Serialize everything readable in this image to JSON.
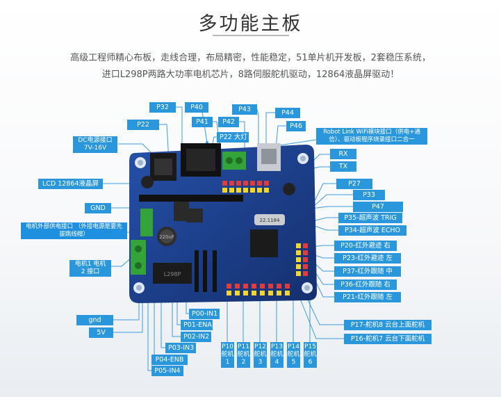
{
  "title": "多功能主板",
  "description": [
    "高级工程师精心布板，走线合理，布局精密，性能稳定，51单片机开发板，2套稳压系统，",
    "进口L298P两路大功率电机芯片，8路伺服舵机驱动，12864液晶屏驱动！"
  ],
  "labels": {
    "p32": "P32",
    "p40": "P40",
    "p43": "P43",
    "p44": "P44",
    "p22": "P22",
    "p41": "P41",
    "p42": "P42",
    "p46": "P46",
    "p22_light": "P22 大灯",
    "dc_input": "DC电源接口 7V-16V",
    "wifi": "Robot Link WiFi模块接口（供电+通信）、驱动板程序烧录接口二合一",
    "rx": "RX",
    "tx": "TX",
    "lcd": "LCD 12864液晶屏",
    "p27": "P27",
    "p33": "P33",
    "p47": "P47",
    "gnd": "GND",
    "ext_power": "电机外部供电接口 （外接电源是要先拔跳线帽）",
    "p35": "P35-超声波 TRIG",
    "p34": "P34-超声波 ECHO",
    "p20": "P20-红外避迹 右",
    "motor": "电机1 电机2 接口",
    "p23": "P23-红外避迹 左",
    "p37": "P37-红外跟随 中",
    "p36": "P36-红外跟随 右",
    "p21": "P21-红外跟随 左",
    "gnd2": "gnd",
    "v5": "5V",
    "p00": "P00-IN1",
    "p01": "P01-ENA",
    "p02": "P02-IN2",
    "p03": "P03-IN3",
    "p04": "P04-ENB",
    "p05": "P05-IN4",
    "p17": "P17-舵机8 云台上面舵机",
    "p16": "P16-舵机7 云台下面舵机"
  },
  "servos": [
    {
      "pin": "P10",
      "name": "舵机",
      "num": "1"
    },
    {
      "pin": "P11",
      "name": "舵机",
      "num": "2"
    },
    {
      "pin": "P12",
      "name": "舵机",
      "num": "3"
    },
    {
      "pin": "P13",
      "name": "舵机",
      "num": "4"
    },
    {
      "pin": "P14",
      "name": "舵机",
      "num": "5"
    },
    {
      "pin": "P15",
      "name": "舵机",
      "num": "6"
    }
  ],
  "board_text": {
    "chip_ic": "L298P",
    "cap": "220uF",
    "crystal": "22.1184"
  },
  "colors": {
    "label_bg": "#2a97dd",
    "board": "#1d3f8f",
    "leader_line": "#3a9be0"
  }
}
